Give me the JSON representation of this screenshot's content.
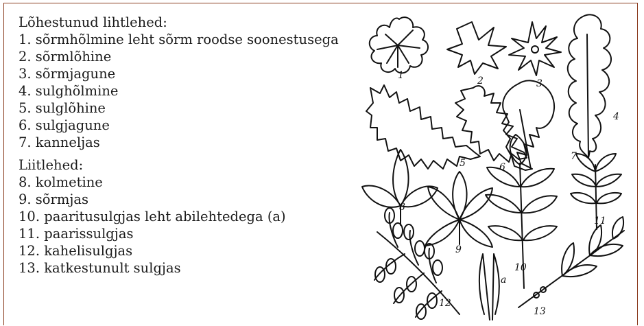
{
  "lobed_heading": "Lõhestunud lihtlehed:",
  "lobed": [
    "1. sõrmhõlmine leht sõrm roodse soonestusega",
    "2. sõrmlõhine",
    "3. sõrmjagune",
    "4. sulghõlmine",
    "5. sulglõhine",
    "6. sulgjagune",
    "7. kanneljas"
  ],
  "compound_heading": "Liitlehed:",
  "compound": [
    "8. kolmetine",
    "9. sõrmjas",
    "10. paaritusulgjas leht abilehtedega (a)",
    "11. paarissulgjas",
    "12. kahelisulgjas",
    "13. katkestunult sulgjas"
  ],
  "figure_labels": [
    "1",
    "2",
    "3",
    "4",
    "5",
    "6",
    "7",
    "8",
    "9",
    "10",
    "11",
    "12",
    "13",
    "a"
  ]
}
